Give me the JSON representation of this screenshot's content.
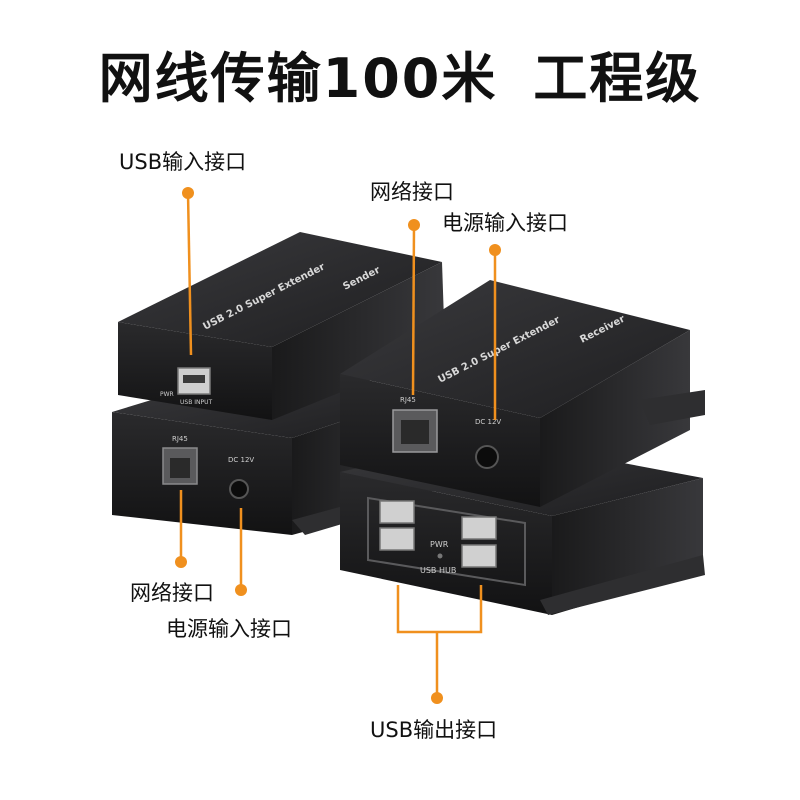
{
  "headline": {
    "left": "网线传输100米",
    "right": "工程级"
  },
  "callouts": {
    "sender_usb_input": "USB输入接口",
    "receiver_network": "网络接口",
    "receiver_power": "电源输入接口",
    "sender_network": "网络接口",
    "sender_power": "电源输入接口",
    "receiver_usb_output": "USB输出接口"
  },
  "device_text": {
    "sender_model": "USB 2.0 Super Extender",
    "sender_role": "Sender",
    "receiver_model": "USB 2.0 Super Extender",
    "receiver_role": "Receiver",
    "sender_pwr": "PWR",
    "sender_usb_port_label": "USB INPUT",
    "sender_rj45": "RJ45",
    "sender_dc": "DC 12V",
    "receiver_rj45": "RJ45",
    "receiver_dc": "DC 12V",
    "receiver_pwr": "PWR",
    "receiver_hub": "USB HUB"
  },
  "colors": {
    "accent": "#F0901E",
    "device_dark": "#2a2a2c",
    "device_face": "#18181a",
    "text": "#111111"
  }
}
